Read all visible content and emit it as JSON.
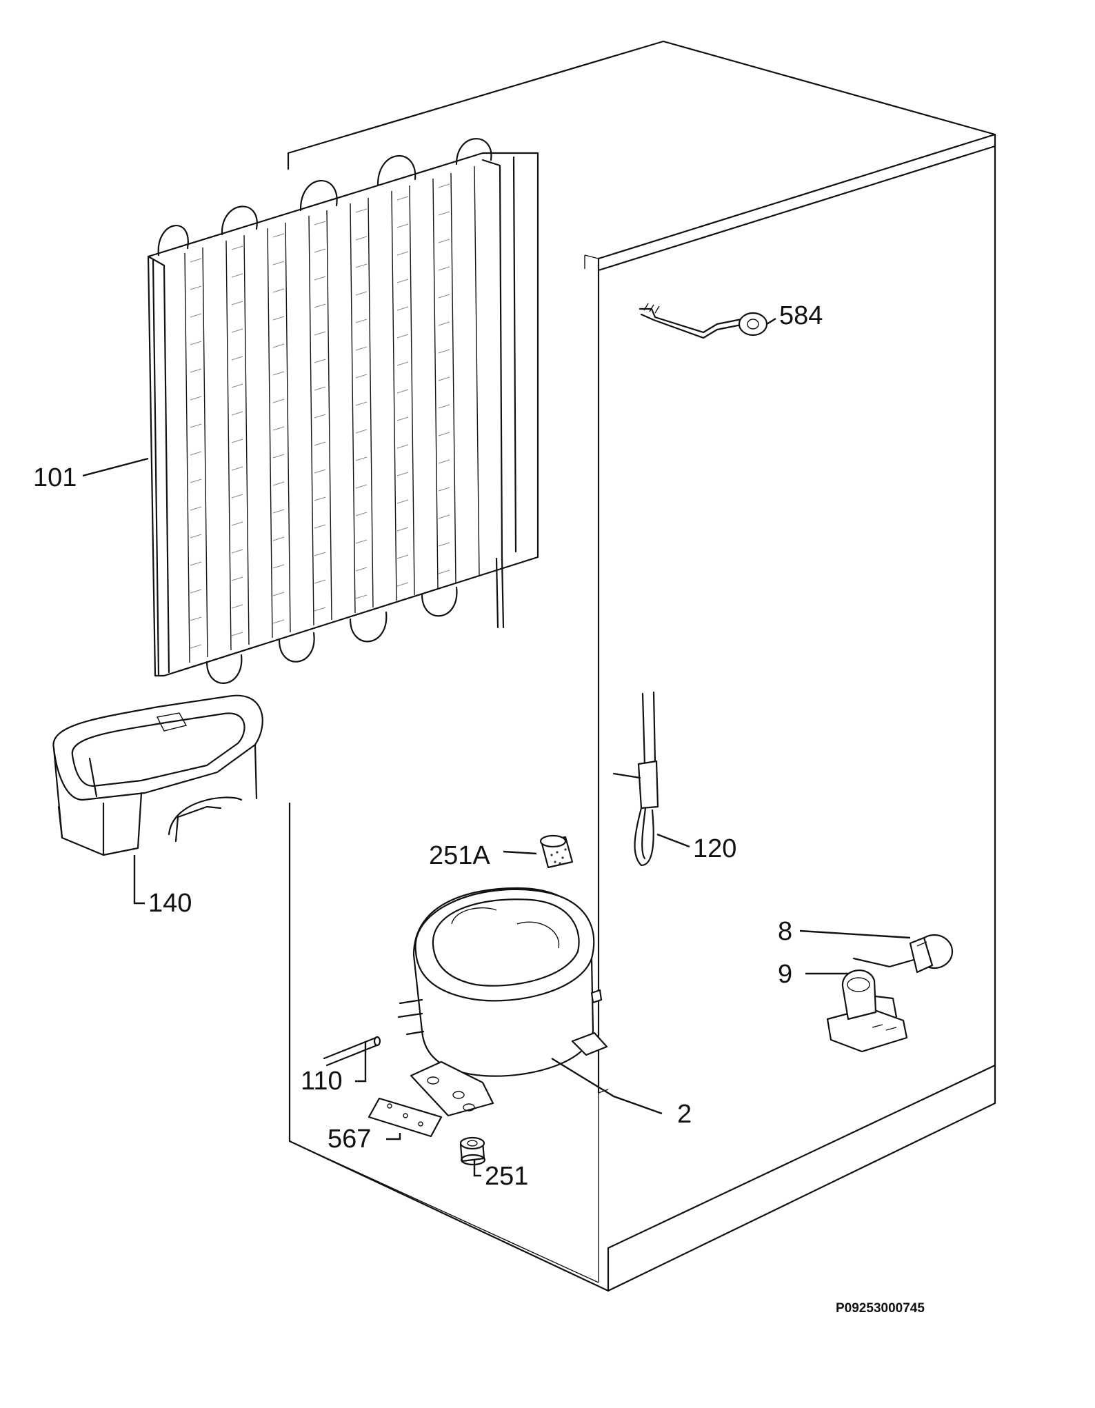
{
  "diagram": {
    "drawing_code": "P09253000745",
    "callouts": [
      {
        "id": "584",
        "text": "584"
      },
      {
        "id": "101",
        "text": "101"
      },
      {
        "id": "140",
        "text": "140"
      },
      {
        "id": "251A",
        "text": "251A"
      },
      {
        "id": "120",
        "text": "120"
      },
      {
        "id": "8",
        "text": "8"
      },
      {
        "id": "9",
        "text": "9"
      },
      {
        "id": "110",
        "text": "110"
      },
      {
        "id": "2",
        "text": "2"
      },
      {
        "id": "567",
        "text": "567"
      },
      {
        "id": "251",
        "text": "251"
      }
    ]
  }
}
